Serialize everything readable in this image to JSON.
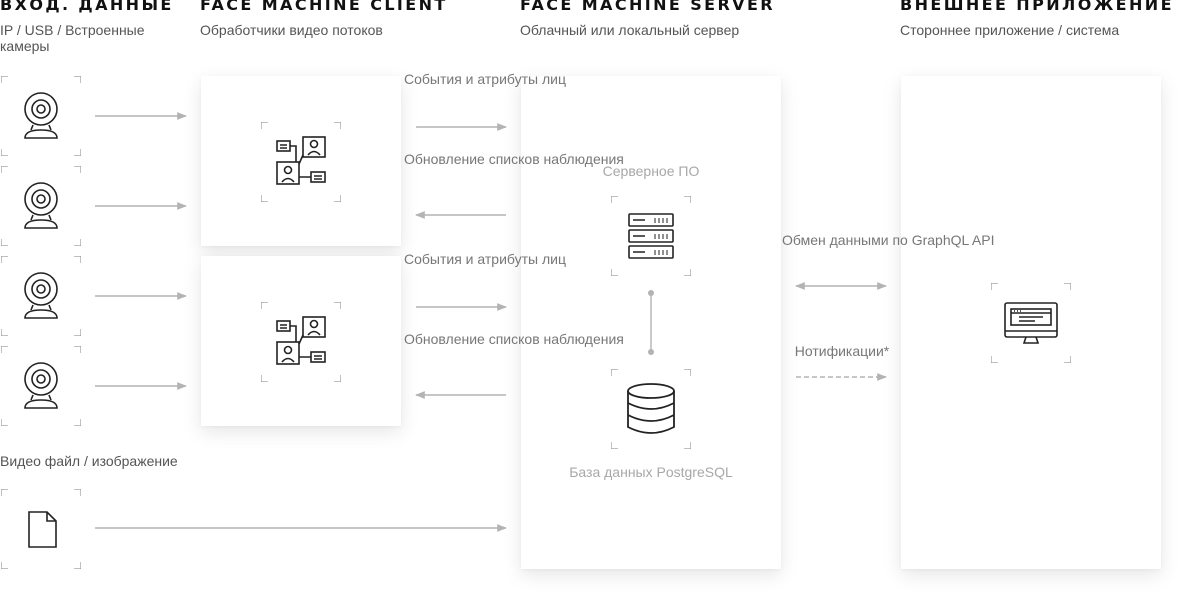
{
  "columns": {
    "input": {
      "title": "ВХОД. ДАННЫЕ",
      "subtitle": "IP / USB / Встроенные камеры"
    },
    "client": {
      "title": "FACE MACHINE CLIENT",
      "subtitle": "Обработчики видео потоков"
    },
    "server": {
      "title": "FACE MACHINE SERVER",
      "subtitle": "Облачный или локальный сервер"
    },
    "external": {
      "title": "ВНЕШНЕЕ ПРИЛОЖЕНИЕ",
      "subtitle": "Стороннее приложение / система"
    }
  },
  "inputs": {
    "cameras": [
      "camera-icon",
      "camera-icon",
      "camera-icon",
      "camera-icon"
    ],
    "file_label": "Видео файл / изображение",
    "file_icon": "document-icon"
  },
  "client_to_server": [
    {
      "events": "События и атрибуты лиц",
      "updates": "Обновление списков наблюдения"
    },
    {
      "events": "События и атрибуты лиц",
      "updates": "Обновление списков наблюдения"
    }
  ],
  "server": {
    "software_label": "Серверное ПО",
    "database_label": "База данных PostgreSQL",
    "software_icon": "server-rack-icon",
    "database_icon": "database-icon"
  },
  "external_link": {
    "exchange_label": "Обмен данными по GraphQL API",
    "notify_label": "Нотификации*",
    "app_icon": "monitor-icon"
  },
  "colors": {
    "arrow": "#b3b3b3",
    "title": "#111111",
    "text": "#555555",
    "card": "#ffffff"
  }
}
